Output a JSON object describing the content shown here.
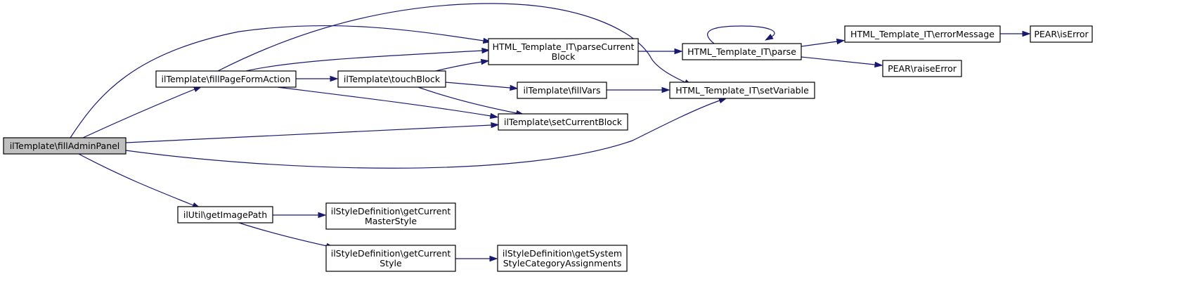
{
  "nodes": {
    "fillAdminPanel": {
      "lines": [
        "ilTemplate\\fillAdminPanel"
      ]
    },
    "fillPageFormAction": {
      "lines": [
        "ilTemplate\\fillPageFormAction"
      ]
    },
    "getImagePath": {
      "lines": [
        "ilUtil\\getImagePath"
      ]
    },
    "touchBlock": {
      "lines": [
        "ilTemplate\\touchBlock"
      ]
    },
    "parseCurrentBlock": {
      "lines": [
        "HTML_Template_IT\\parseCurrent",
        "Block"
      ]
    },
    "fillVars": {
      "lines": [
        "ilTemplate\\fillVars"
      ]
    },
    "setCurrentBlock": {
      "lines": [
        "ilTemplate\\setCurrentBlock"
      ]
    },
    "parse": {
      "lines": [
        "HTML_Template_IT\\parse"
      ]
    },
    "setVariable": {
      "lines": [
        "HTML_Template_IT\\setVariable"
      ]
    },
    "errorMessage": {
      "lines": [
        "HTML_Template_IT\\errorMessage"
      ]
    },
    "raiseError": {
      "lines": [
        "PEAR\\raiseError"
      ]
    },
    "isError": {
      "lines": [
        "PEAR\\isError"
      ]
    },
    "getCurrentMasterStyle": {
      "lines": [
        "ilStyleDefinition\\getCurrent",
        "MasterStyle"
      ]
    },
    "getCurrentStyle": {
      "lines": [
        "ilStyleDefinition\\getCurrent",
        "Style"
      ]
    },
    "getSystemStyleCategoryAssignments": {
      "lines": [
        "ilStyleDefinition\\getSystem",
        "StyleCategoryAssignments"
      ]
    }
  },
  "root_node": "fillAdminPanel",
  "edges": [
    [
      "fillAdminPanel",
      "fillPageFormAction"
    ],
    [
      "fillAdminPanel",
      "parseCurrentBlock"
    ],
    [
      "fillAdminPanel",
      "setCurrentBlock"
    ],
    [
      "fillAdminPanel",
      "setVariable"
    ],
    [
      "fillAdminPanel",
      "getImagePath"
    ],
    [
      "fillPageFormAction",
      "touchBlock"
    ],
    [
      "fillPageFormAction",
      "parseCurrentBlock"
    ],
    [
      "fillPageFormAction",
      "setCurrentBlock"
    ],
    [
      "fillPageFormAction",
      "setVariable"
    ],
    [
      "touchBlock",
      "parseCurrentBlock"
    ],
    [
      "touchBlock",
      "fillVars"
    ],
    [
      "touchBlock",
      "setCurrentBlock"
    ],
    [
      "fillVars",
      "setVariable"
    ],
    [
      "parseCurrentBlock",
      "parse"
    ],
    [
      "parse",
      "parse"
    ],
    [
      "parse",
      "errorMessage"
    ],
    [
      "parse",
      "raiseError"
    ],
    [
      "errorMessage",
      "isError"
    ],
    [
      "getImagePath",
      "getCurrentMasterStyle"
    ],
    [
      "getImagePath",
      "getCurrentStyle"
    ],
    [
      "getCurrentStyle",
      "getSystemStyleCategoryAssignments"
    ]
  ],
  "colors": {
    "edge": "#191970",
    "node_border": "#000000",
    "root_fill": "#bfbfbf",
    "node_fill": "#ffffff",
    "background": "#ffffff"
  }
}
